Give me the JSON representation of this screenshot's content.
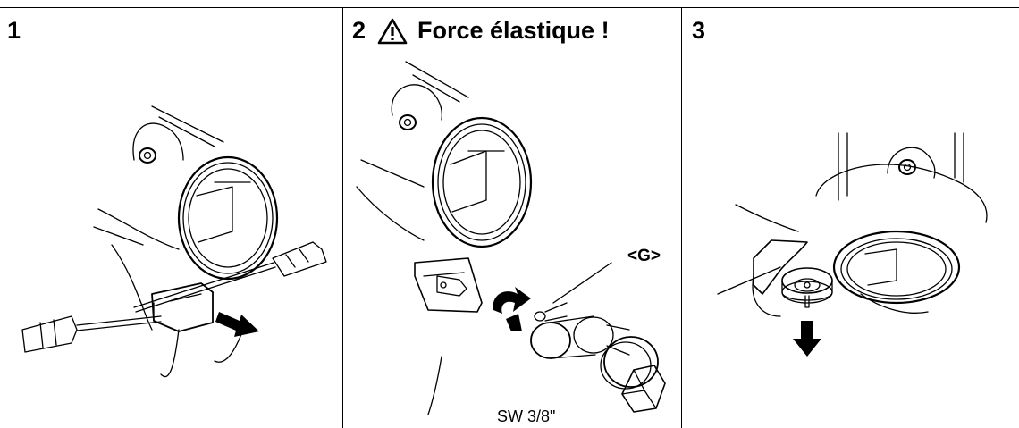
{
  "steps": [
    {
      "number": "1"
    },
    {
      "number": "2",
      "warning": "Force élastique !",
      "warning_icon": "warning-triangle-icon"
    },
    {
      "number": "3"
    }
  ],
  "labels": {
    "g": "<G>",
    "socket_size": "SW 3/8\""
  },
  "icons": {
    "arrow": "arrow-icon",
    "rotate_arrow": "rotate-arrow-icon"
  },
  "colors": {
    "line": "#000000",
    "background": "#ffffff"
  }
}
